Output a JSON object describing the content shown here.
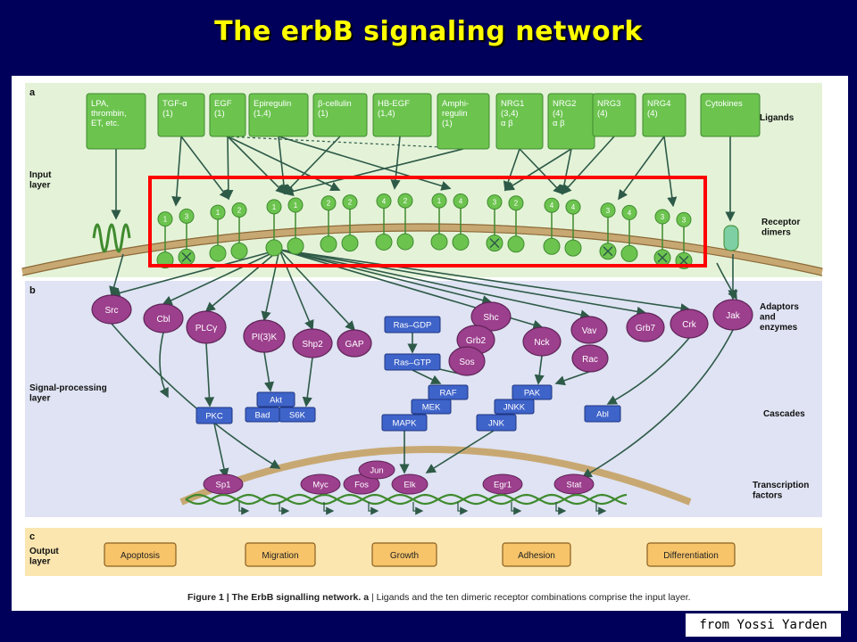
{
  "title": "The erbB signaling network",
  "credit": "from Yossi Yarden",
  "panels": {
    "a": "a",
    "b": "b",
    "c": "c"
  },
  "left_labels": {
    "input_layer": [
      "Input",
      "layer"
    ],
    "signal_layer": [
      "Signal-processing",
      "layer"
    ],
    "output_layer": [
      "Output",
      "layer"
    ]
  },
  "right_labels": {
    "ligands": [
      "Ligands"
    ],
    "receptor_dimers": [
      "Receptor",
      "dimers"
    ],
    "adaptors": [
      "Adaptors",
      "and",
      "enzymes"
    ],
    "cascades": [
      "Cascades"
    ],
    "tf": [
      "Transcription",
      "factors"
    ]
  },
  "ligands": [
    [
      "LPA,",
      "thrombin,",
      "ET, etc."
    ],
    [
      "TGF-α",
      "(1)"
    ],
    [
      "EGF",
      "(1)"
    ],
    [
      "Epiregulin",
      "(1,4)"
    ],
    [
      "β-cellulin",
      "(1)"
    ],
    [
      "HB-EGF",
      "(1,4)"
    ],
    [
      "Amphi-",
      "regulin",
      "(1)"
    ],
    [
      "NRG1",
      "(3,4)",
      "α     β"
    ],
    [
      "NRG2",
      "(4)",
      "α     β"
    ],
    [
      "NRG3",
      "(4)"
    ],
    [
      "NRG4",
      "(4)"
    ],
    [
      "Cytokines"
    ]
  ],
  "dimers": [
    [
      "1",
      "3"
    ],
    [
      "1",
      "2"
    ],
    [
      "1",
      "1"
    ],
    [
      "2",
      "2"
    ],
    [
      "4",
      "2"
    ],
    [
      "1",
      "4"
    ],
    [
      "3",
      "2"
    ],
    [
      "4",
      "4"
    ],
    [
      "3",
      "4"
    ],
    [
      "3",
      "3"
    ]
  ],
  "adaptors": {
    "src": "Src",
    "cbl": "Cbl",
    "plcg": "PLCγ",
    "pi3k": "PI(3)K",
    "shp2": "Shp2",
    "gap": "GAP",
    "shc": "Shc",
    "grb2": "Grb2",
    "sos": "Sos",
    "nck": "Nck",
    "vav": "Vav",
    "rac": "Rac",
    "grb7": "Grb7",
    "crk": "Crk",
    "jak": "Jak"
  },
  "cascade_boxes": {
    "ras_gdp": "Ras–GDP",
    "ras_gtp": "Ras–GTP",
    "akt": "Akt",
    "bad": "Bad",
    "s6k": "S6K",
    "pkc": "PKC",
    "raf": "RAF",
    "mek": "MEK",
    "mapk": "MAPK",
    "pak": "PAK",
    "jnkk": "JNKK",
    "jnk": "JNK",
    "abl": "Abl"
  },
  "transcription": {
    "sp1": "Sp1",
    "myc": "Myc",
    "fos": "Fos",
    "jun": "Jun",
    "elk": "Elk",
    "egr1": "Egr1",
    "stat": "Stat"
  },
  "outputs": [
    "Apoptosis",
    "Migration",
    "Growth",
    "Adhesion",
    "Differentiation"
  ],
  "caption": {
    "bold": "Figure 1 | The ErbB signalling network. a",
    "rest": " | Ligands and the ten dimeric receptor combinations comprise the input layer."
  },
  "colors": {
    "background": "#00005a",
    "title": "#ffff00",
    "panel_a": "#e4f3d8",
    "panel_b": "#dfe3f3",
    "panel_c": "#fbe6b0",
    "green_box": "#6cc44f",
    "purple": "#9c3f8d",
    "blue_box": "#3e63c9",
    "output_box": "#f7c46a",
    "highlight": "#ff0000"
  }
}
